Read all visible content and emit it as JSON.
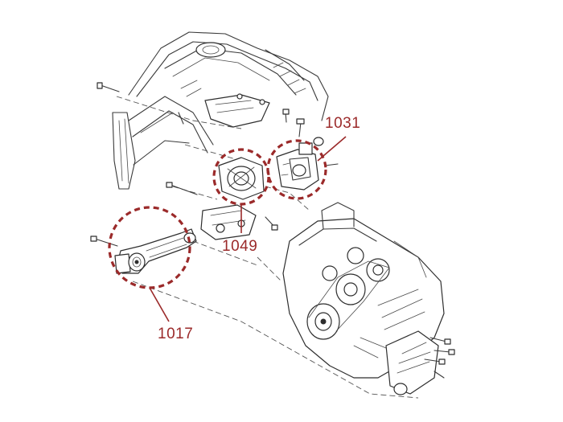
{
  "diagram": {
    "callouts": [
      {
        "id": "1031",
        "label": "1031"
      },
      {
        "id": "1049",
        "label": "1049"
      },
      {
        "id": "1017",
        "label": "1017"
      }
    ],
    "colors": {
      "callout": "#9b2a2a",
      "linework": "#2e2e2e",
      "background": "#ffffff"
    }
  }
}
